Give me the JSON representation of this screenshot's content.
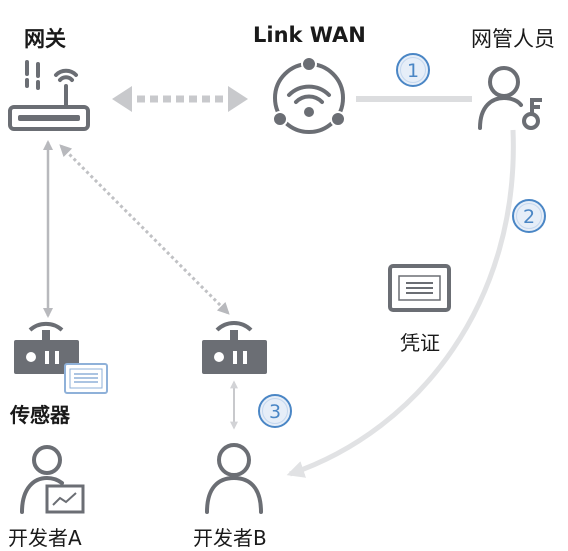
{
  "labels": {
    "gateway": "网关",
    "link_wan": "Link WAN",
    "admin": "网管人员",
    "credential": "凭证",
    "sensor": "传感器",
    "developer_a": "开发者A",
    "developer_b": "开发者B"
  },
  "steps": [
    "1",
    "2",
    "3"
  ],
  "colors": {
    "icon": "#6b6e74",
    "arrow": "#c8c9cc",
    "step_ring": "#4a86c5",
    "step_fill": "#e6eef8",
    "text": "#1a1a1a"
  },
  "icons": [
    "router-icon",
    "link-wan-icon",
    "admin-key-icon",
    "credential-icon",
    "sensor-device-icon",
    "developer-icon"
  ]
}
